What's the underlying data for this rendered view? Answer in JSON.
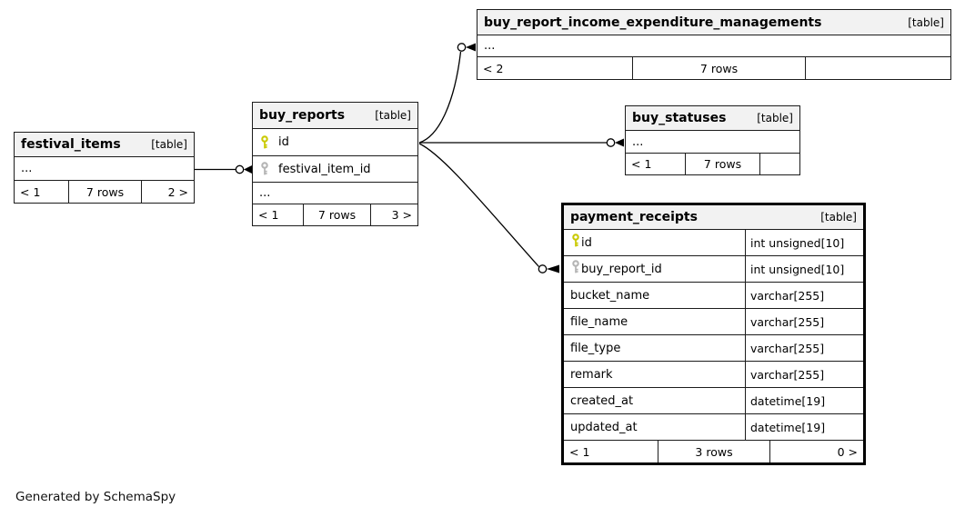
{
  "page": {
    "generator_note": "Generated by SchemaSpy"
  },
  "colors": {
    "header_bg": "#f2f2f2",
    "primary_key": "#c9c900",
    "foreign_key": "#b4b4b4",
    "line": "#000000",
    "focus_border": "#000000"
  },
  "tables": {
    "festival_items": {
      "name": "festival_items",
      "tag": "[table]",
      "ellipsis": "...",
      "footer": {
        "prev": "< 1",
        "rows": "7 rows",
        "next": "2 >"
      }
    },
    "buy_reports": {
      "name": "buy_reports",
      "tag": "[table]",
      "ellipsis": "...",
      "columns": [
        {
          "name": "id",
          "key": "primary"
        },
        {
          "name": "festival_item_id",
          "key": "foreign"
        }
      ],
      "footer": {
        "prev": "< 1",
        "rows": "7 rows",
        "next": "3 >"
      }
    },
    "buy_report_income_expenditure_managements": {
      "name": "buy_report_income_expenditure_managements",
      "tag": "[table]",
      "ellipsis": "...",
      "footer": {
        "prev": "< 2",
        "rows": "7 rows",
        "next": ""
      }
    },
    "buy_statuses": {
      "name": "buy_statuses",
      "tag": "[table]",
      "ellipsis": "...",
      "footer": {
        "prev": "< 1",
        "rows": "7 rows",
        "next": ""
      }
    },
    "payment_receipts": {
      "name": "payment_receipts",
      "tag": "[table]",
      "columns": [
        {
          "name": "id",
          "type": "int unsigned[10]",
          "key": "primary"
        },
        {
          "name": "buy_report_id",
          "type": "int unsigned[10]",
          "key": "foreign"
        },
        {
          "name": "bucket_name",
          "type": "varchar[255]",
          "key": ""
        },
        {
          "name": "file_name",
          "type": "varchar[255]",
          "key": ""
        },
        {
          "name": "file_type",
          "type": "varchar[255]",
          "key": ""
        },
        {
          "name": "remark",
          "type": "varchar[255]",
          "key": ""
        },
        {
          "name": "created_at",
          "type": "datetime[19]",
          "key": ""
        },
        {
          "name": "updated_at",
          "type": "datetime[19]",
          "key": ""
        }
      ],
      "footer": {
        "prev": "< 1",
        "rows": "3 rows",
        "next": "0 >"
      }
    }
  },
  "relationships": [
    {
      "from": "festival_items",
      "to": "buy_reports.festival_item_id"
    },
    {
      "from": "buy_reports.id",
      "to": "buy_report_income_expenditure_managements"
    },
    {
      "from": "buy_reports.id",
      "to": "buy_statuses"
    },
    {
      "from": "buy_reports.id",
      "to": "payment_receipts.buy_report_id"
    }
  ]
}
